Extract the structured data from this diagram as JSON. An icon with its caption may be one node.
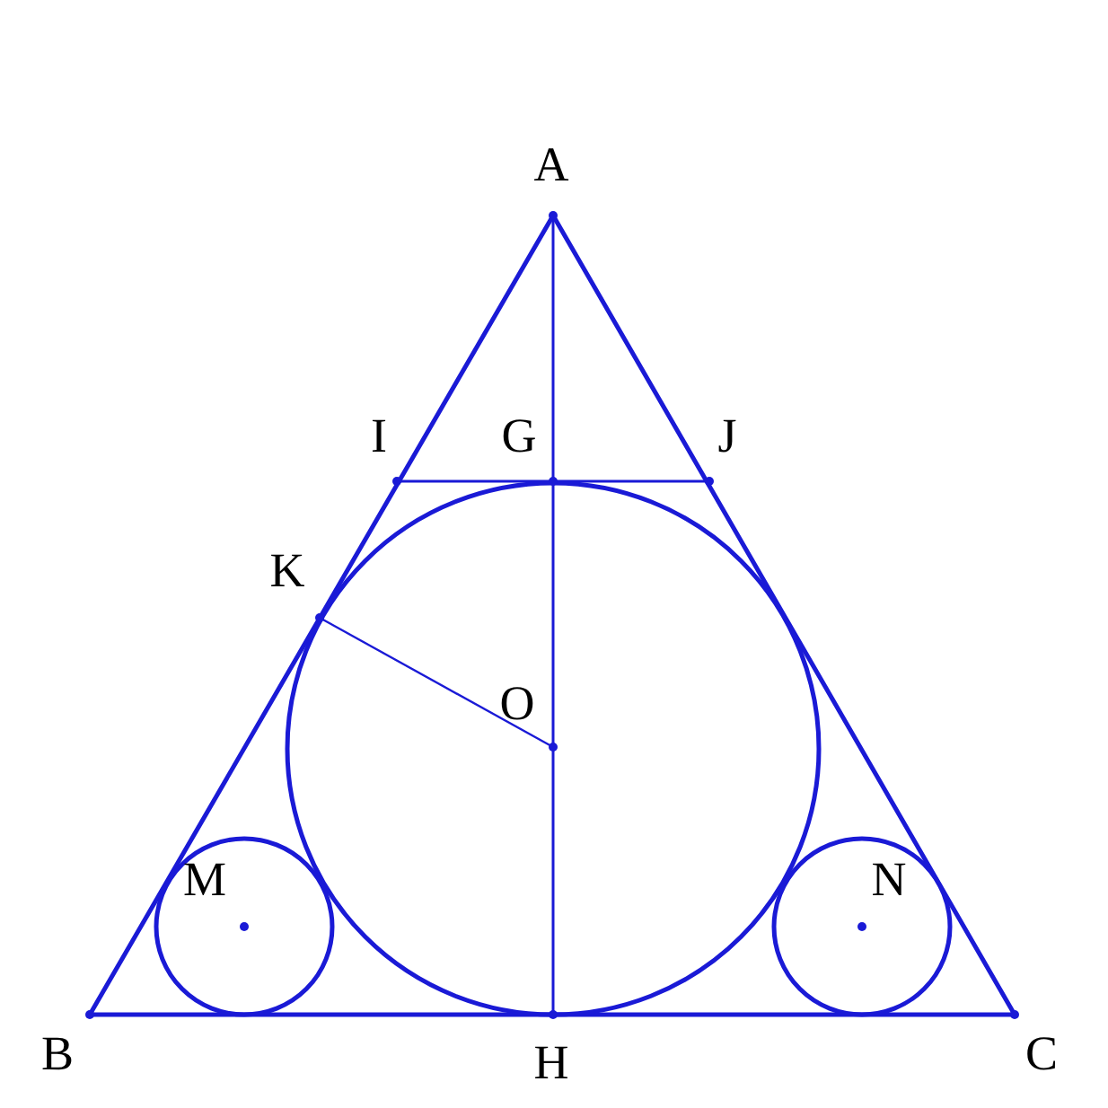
{
  "diagram": {
    "labels": [
      "A",
      "I",
      "G",
      "J",
      "K",
      "O",
      "M",
      "N",
      "B",
      "H",
      "C"
    ]
  }
}
